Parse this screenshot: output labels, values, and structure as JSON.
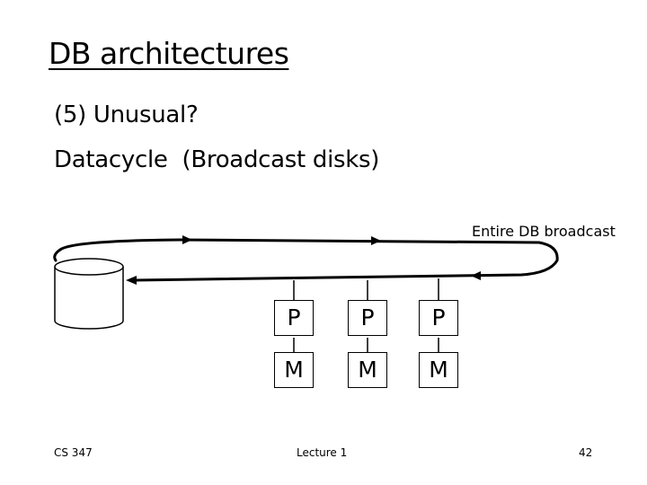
{
  "slide": {
    "title": "DB architectures",
    "lines": [
      "(5) Unusual?",
      "Datacycle  (Broadcast disks)"
    ]
  },
  "diagram": {
    "annotation": "Entire DB broadcast",
    "processor_label": "P",
    "memory_label": "M",
    "node_count": 3
  },
  "footer": {
    "course": "CS 347",
    "lecture": "Lecture 1",
    "page": "42"
  }
}
